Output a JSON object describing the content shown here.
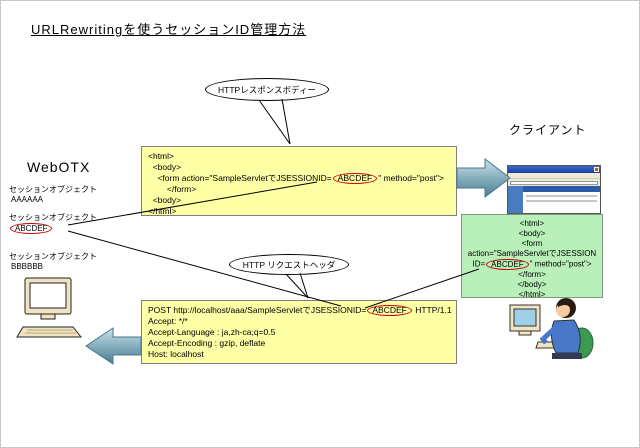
{
  "title": "URLRewritingを使うセッションID管理方法",
  "labels": {
    "webotx": "WebOTX",
    "client": "クライアント"
  },
  "callouts": {
    "response": "HTTPレスポンスボディー",
    "request": "HTTP リクエストヘッダ"
  },
  "session_objects": [
    {
      "label": "セッションオブジェクト",
      "id": "AAAAAA",
      "highlighted": false
    },
    {
      "label": "セッションオブジェクト",
      "id": "ABCDEF",
      "highlighted": true
    },
    {
      "label": "セッションオブジェクト",
      "id": "BBBBBB",
      "highlighted": false
    }
  ],
  "response_box": {
    "l1": "<html>",
    "l2": "  <body>",
    "l3_pre": "    <form action=\"SampleServletでJSESSIONID=",
    "sid": "ABCDEF",
    "l3_post": "\" method=\"post\">",
    "l4": "        </form>",
    "l5": "  <body>",
    "l6": "</html>"
  },
  "client_box": {
    "l1": "<html>",
    "l2": "<body>",
    "l3": "<form",
    "l4": "action=\"SampleServletでJSESSION",
    "l5_pre": "ID=",
    "sid": "ABCDEF",
    "l5_post": "\" method=\"post\">",
    "l6": "</form>",
    "l7": "</body>",
    "l8": "</html>"
  },
  "request_box": {
    "l1_pre": "POST http://localhost/aaa/SampleServletでJSESSIONID=",
    "sid": "ABCDEF",
    "l1_post": " HTTP/1.1",
    "l2": "Accept: */*",
    "l3": "Accept-Language : ja,zh-ca;q=0.5",
    "l4": "Accept-Encoding : gzip, deflate",
    "l5": "Host: localhost"
  },
  "colors": {
    "box_yellow": "#ffffa6",
    "box_green": "#b9f0b9",
    "highlight_red": "#cc0000",
    "arrow_teal": "#6e9db0"
  }
}
